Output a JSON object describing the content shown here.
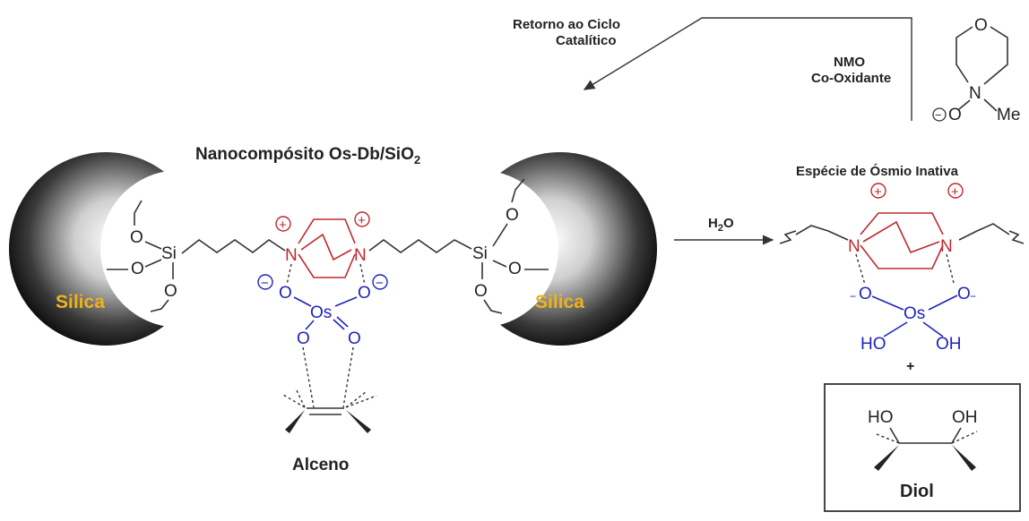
{
  "labels": {
    "title": "Nanocompósito Os-Db/SiO",
    "title_sub": "2",
    "return_line1": "Retorno ao Ciclo",
    "return_line2": "Catalítico",
    "nmo_line1": "NMO",
    "nmo_line2": "Co-Oxidante",
    "inactive": "Espécie de Ósmio Inativa",
    "water": "H",
    "water_sub": "2",
    "water_o": "O",
    "alkene": "Alceno",
    "silica": "Silica",
    "plus": "+",
    "diol": "Diol"
  },
  "atoms": {
    "O": "O",
    "Si": "Si",
    "N": "N",
    "Os": "Os",
    "Me": "Me",
    "HO": "HO",
    "OH": "OH",
    "plus_charge": "+",
    "minus_charge": "−"
  },
  "colors": {
    "cation_ring": "#c0282e",
    "osmium_complex": "#1f24b8",
    "silica_label": "#f0b21a"
  }
}
